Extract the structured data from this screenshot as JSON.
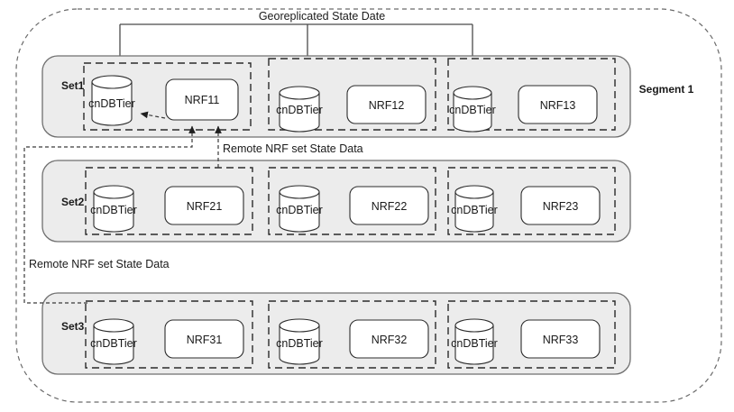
{
  "diagram": {
    "title_label": "Georeplicated State Date",
    "segment_label": "Segment 1",
    "connector_labels": {
      "remote_upper": "Remote NRF set State Data",
      "remote_lower": "Remote NRF set State Data"
    },
    "db_label": "cnDBTier",
    "sets": [
      {
        "name": "Set1",
        "groups": [
          {
            "db": "cnDBTier",
            "nrf": "NRF11"
          },
          {
            "db": "cnDBTier",
            "nrf": "NRF12"
          },
          {
            "db": "cnDBTier",
            "nrf": "NRF13"
          }
        ]
      },
      {
        "name": "Set2",
        "groups": [
          {
            "db": "cnDBTier",
            "nrf": "NRF21"
          },
          {
            "db": "cnDBTier",
            "nrf": "NRF22"
          },
          {
            "db": "cnDBTier",
            "nrf": "NRF23"
          }
        ]
      },
      {
        "name": "Set3",
        "groups": [
          {
            "db": "cnDBTier",
            "nrf": "NRF31"
          },
          {
            "db": "cnDBTier",
            "nrf": "NRF32"
          },
          {
            "db": "cnDBTier",
            "nrf": "NRF33"
          }
        ]
      }
    ],
    "colors": {
      "band_fill": "#ececec",
      "band_stroke": "#6f6f6f",
      "shape_stroke": "#2b2b2b",
      "outer_dash": "#6a6a6a",
      "canvas": "#ffffff"
    }
  }
}
